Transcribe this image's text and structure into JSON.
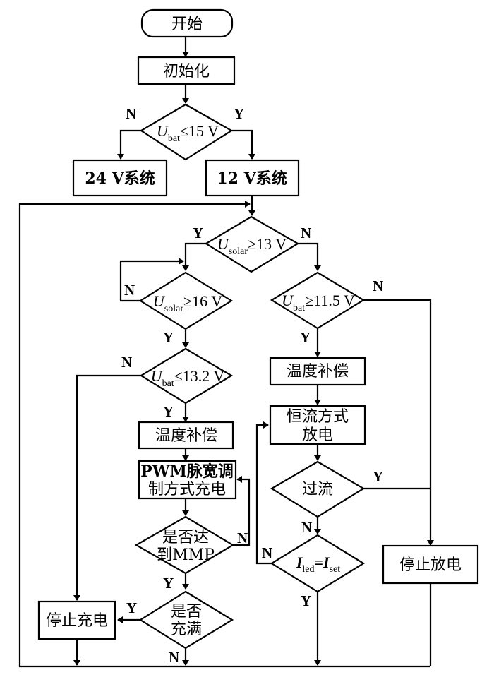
{
  "nodes": {
    "start": "开始",
    "init": "初始化",
    "dec_ubat15": {
      "var": "U",
      "sub": "bat",
      "op": "≤",
      "value": "15 V"
    },
    "sys24": "24 V系统",
    "sys12": "12 V系统",
    "dec_usolar13": {
      "var": "U",
      "sub": "solar",
      "op": "≥",
      "value": "13 V"
    },
    "dec_usolar16": {
      "var": "U",
      "sub": "solar",
      "op": "≥",
      "value": "16 V"
    },
    "dec_ubat115": {
      "var": "U",
      "sub": "bat",
      "op": "≥",
      "value": "11.5 V"
    },
    "dec_ubat132": {
      "var": "U",
      "sub": "bat",
      "op": "≤",
      "value": "13.2 V"
    },
    "temp_comp_left": "温度补偿",
    "temp_comp_right": "温度补偿",
    "pwm_line1": "PWM脉宽调",
    "pwm_line2": "制方式充电",
    "cc_line1": "恒流方式",
    "cc_line2": "放电",
    "overcurrent": "过流",
    "mmp_line1": "是否达",
    "mmp_line2": "到MMP",
    "iled": {
      "var1": "I",
      "sub1": "led",
      "eq": "=",
      "var2": "I",
      "sub2": "set"
    },
    "full_line1": "是否",
    "full_line2": "充满",
    "stop_charge": "停止充电",
    "stop_discharge": "停止放电"
  },
  "branch_labels": {
    "ubat15_no": "N",
    "ubat15_yes": "Y",
    "usolar13_yes": "Y",
    "usolar13_no": "N",
    "usolar16_no": "N",
    "usolar16_yes": "Y",
    "ubat115_no": "N",
    "ubat115_yes": "Y",
    "ubat132_no": "N",
    "ubat132_yes": "Y",
    "overcurrent_yes": "Y",
    "overcurrent_no": "N",
    "mmp_no": "N",
    "mmp_yes": "Y",
    "iled_no": "N",
    "iled_yes": "Y",
    "full_yes": "Y",
    "full_no": "N"
  }
}
